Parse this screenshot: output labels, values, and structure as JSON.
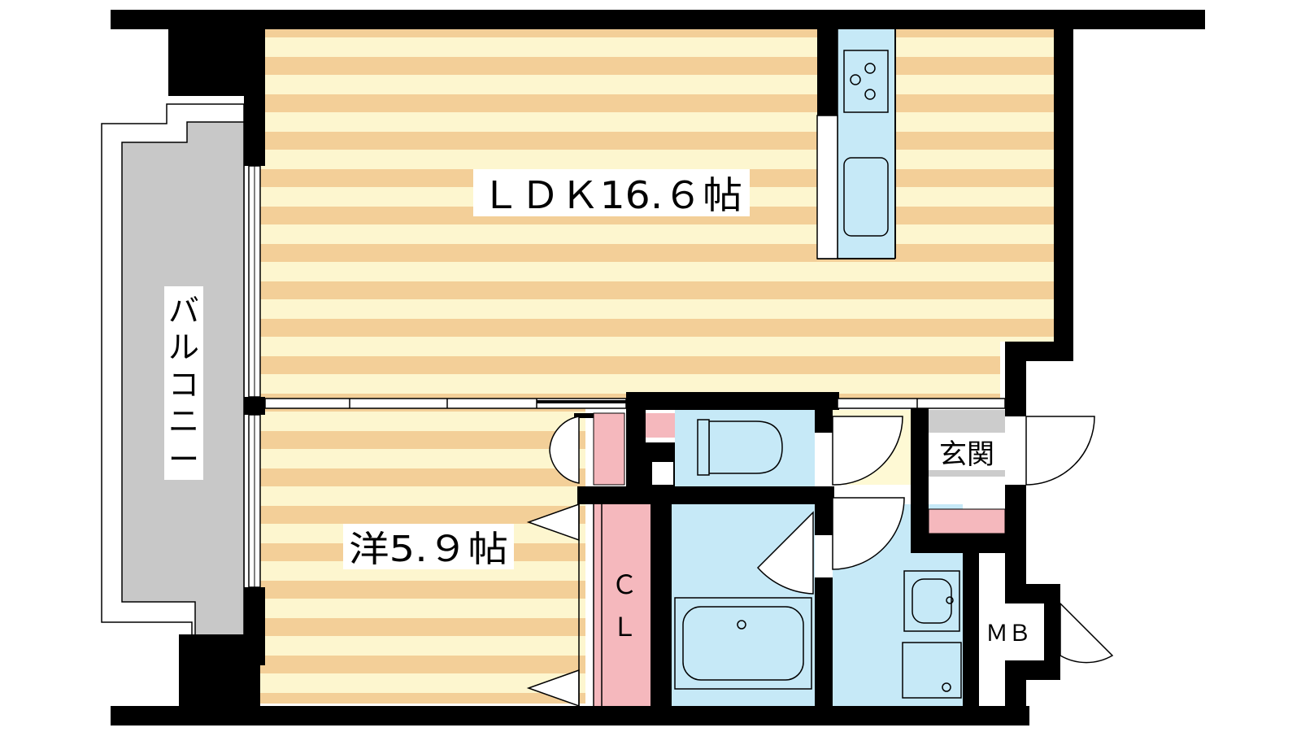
{
  "floor_plan": {
    "rooms": {
      "ldk": {
        "label": "ＬＤＫ16.６帖"
      },
      "western": {
        "label": "洋5.９帖"
      },
      "closet": {
        "label_top": "Ｃ",
        "label_bottom": "Ｌ"
      },
      "entrance": {
        "label": "玄関"
      },
      "meter_box": {
        "label": "ＭＢ"
      },
      "balcony": {
        "label_chars": [
          "バ",
          "ル",
          "コ",
          "ニ",
          "ー"
        ]
      }
    },
    "colors": {
      "wall": "#000000",
      "floor_stripe_light": "#fdf6cf",
      "floor_stripe_dark": "#f3cf98",
      "wet_area": "#c6e9f7",
      "storage_pink": "#f5b8bd",
      "balcony_gray": "#c8c8c8",
      "entrance_floor": "#fef9d4",
      "entrance_gray": "#cccccc"
    }
  }
}
